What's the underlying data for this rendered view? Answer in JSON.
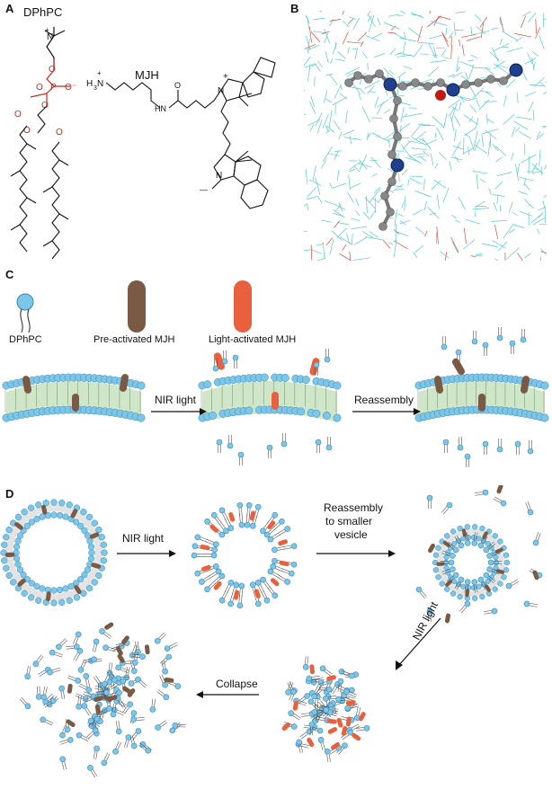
{
  "panels": {
    "a": {
      "letter": "A",
      "dphpc_label": "DPhPC",
      "mjh_label": "MJH"
    },
    "b": {
      "letter": "B"
    },
    "c": {
      "letter": "C",
      "legend": {
        "dphpc": "DPhPC",
        "pre": "Pre-activated  MJH",
        "light": "Light-activated  MJH"
      },
      "step1": "NIR light",
      "step2": "Reassembly"
    },
    "d": {
      "letter": "D",
      "step1": "NIR light",
      "step2_line1": "Reassembly",
      "step2_line2": "to smaller",
      "step2_line3": "vesicle",
      "step3": "NIR light",
      "step4": "Collapse"
    }
  },
  "colors": {
    "lipid_head": "#7cc6ea",
    "lipid_tail": "#cfe6c8",
    "mjh_pre": "#7a5a44",
    "mjh_light": "#e8603c",
    "chem_red": "#cc2a1a",
    "md_cyan": "#55c8cc",
    "md_red": "#d84a3a"
  }
}
